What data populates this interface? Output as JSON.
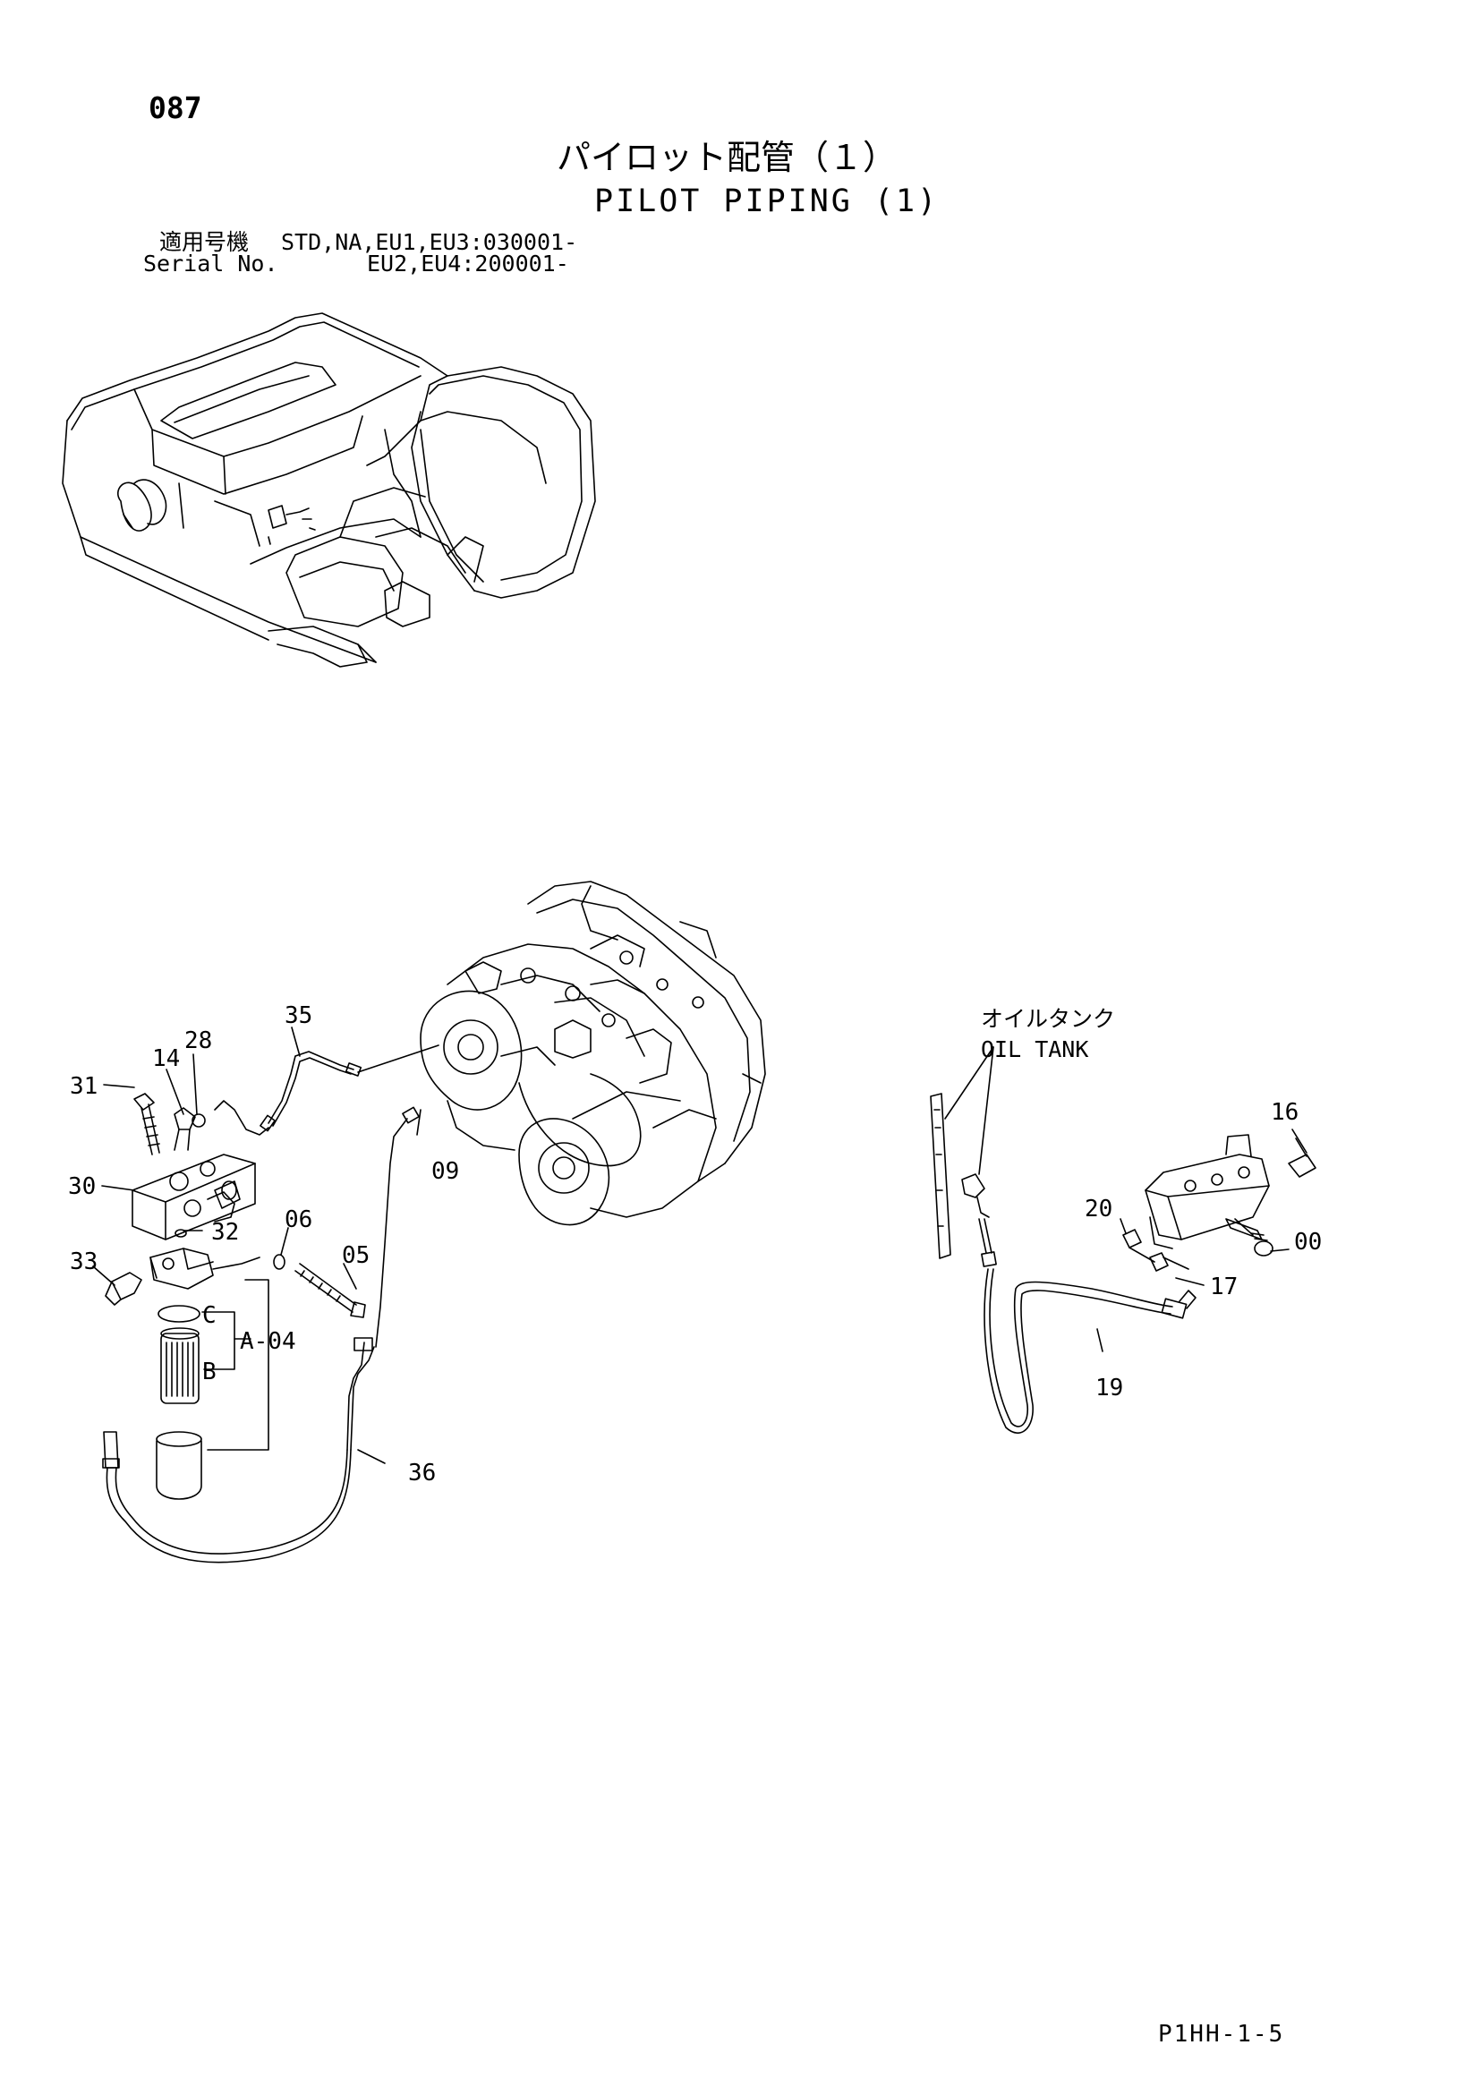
{
  "page_number": "087",
  "title_jp": "パイロット配管（１）",
  "title_en": "PILOT PIPING (1)",
  "serial": {
    "jp_label": "適用号機",
    "jp_value": "STD,NA,EU1,EU3:030001-",
    "en_label": "Serial No.",
    "en_value": "EU2,EU4:200001-"
  },
  "oil_tank": {
    "jp": "オイルタンク",
    "en": "OIL TANK"
  },
  "callouts": {
    "c31": "31",
    "c14": "14",
    "c28": "28",
    "c35": "35",
    "c30": "30",
    "c09": "09",
    "c32": "32",
    "c06": "06",
    "c05": "05",
    "c33": "33",
    "cC": "C",
    "cA04": "A-04",
    "cB": "B",
    "c36": "36",
    "c16": "16",
    "c20": "20",
    "c00": "00",
    "c17": "17",
    "c19": "19"
  },
  "footer_code": "P1HH-1-5"
}
